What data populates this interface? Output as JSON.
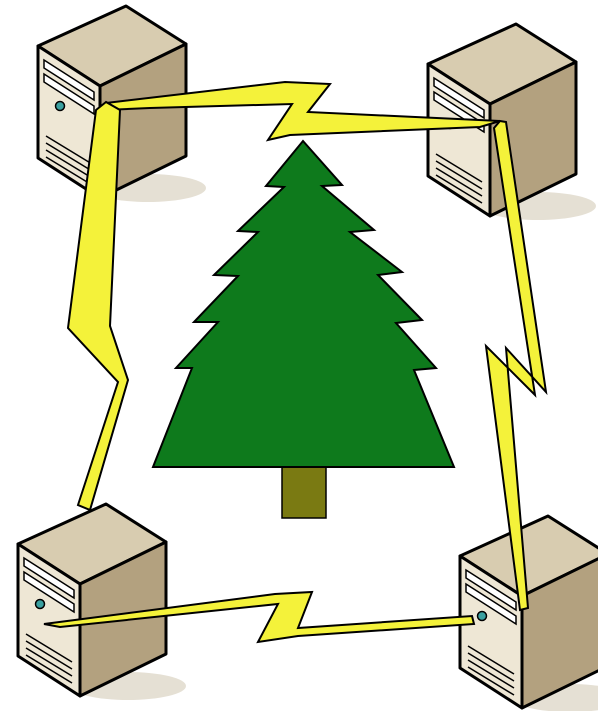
{
  "colors": {
    "background": "#ffffff",
    "tree_green": "#0e7a1c",
    "tree_trunk": "#7a7a12",
    "lightning_yellow": "#f4f23a",
    "server_front": "#eee7d5",
    "server_side": "#b3a17f",
    "server_top": "#d8ccb0",
    "server_led": "#3aa0a0",
    "outline": "#000000"
  },
  "icons": {
    "tree": "christmas-tree-icon",
    "server": "server-tower-icon",
    "link": "lightning-bolt-icon"
  },
  "nodes": [
    {
      "id": "server-top-left",
      "icon": "server-tower-icon"
    },
    {
      "id": "server-top-right",
      "icon": "server-tower-icon"
    },
    {
      "id": "server-bottom-left",
      "icon": "server-tower-icon"
    },
    {
      "id": "server-bottom-right",
      "icon": "server-tower-icon"
    }
  ],
  "links": [
    {
      "from": "server-top-left",
      "to": "server-top-right"
    },
    {
      "from": "server-top-left",
      "to": "server-bottom-left"
    },
    {
      "from": "server-top-right",
      "to": "server-bottom-right"
    },
    {
      "from": "server-bottom-left",
      "to": "server-bottom-right"
    }
  ]
}
